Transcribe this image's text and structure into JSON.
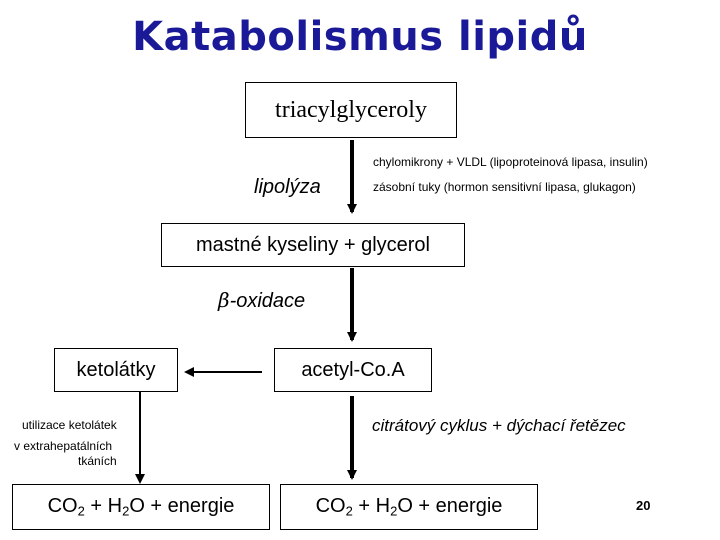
{
  "title": "Katabolismus lipidů",
  "nodes": {
    "tag": "triacylglyceroly",
    "mk": "mastné kyseliny + glycerol",
    "ketolatky": "ketolátky",
    "acetyl": "acetyl-Co.A",
    "co2_left": {
      "a": "CO",
      "b": "2",
      "c": " + H",
      "d": "2",
      "e": "O + energie"
    },
    "co2_right": {
      "a": "CO",
      "b": "2",
      "c": " + H",
      "d": "2",
      "e": "O + energie"
    }
  },
  "labels": {
    "lipolyza": "lipolýza",
    "chylo": "chylomikrony + VLDL (lipoproteinová lipasa, insulin)",
    "zasobni": "zásobní tuky (hormon sensitivní lipasa, glukagon)",
    "beta_symbol": "β",
    "beta_rest": "-oxidace",
    "utilizace": "utilizace ketolátek",
    "extrahep1": "v extrahepatálních",
    "extrahep2": "tkáních",
    "citrat": "citrátový cyklus + dýchací řetězec"
  },
  "page_number": "20"
}
